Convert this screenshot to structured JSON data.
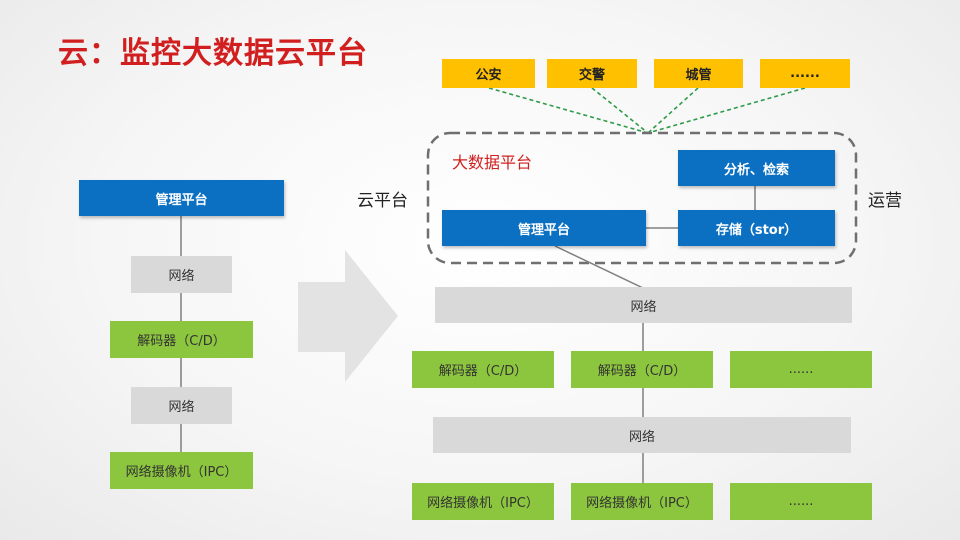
{
  "title": "云：监控大数据云平台",
  "left_stack": {
    "management": "管理平台",
    "network_1": "网络",
    "decoder": "解码器（C/D）",
    "network_2": "网络",
    "camera": "网络摄像机（IPC）"
  },
  "consumers": [
    "公安",
    "交警",
    "城管",
    "......"
  ],
  "cloud": {
    "region_title": "大数据平台",
    "left_label": "云平台",
    "right_label": "运营",
    "analysis": "分析、检索",
    "storage": "存储（stor）",
    "management": "管理平台"
  },
  "right_stack": {
    "network_top": "网络",
    "decoders": [
      "解码器（C/D）",
      "解码器（C/D）",
      "......"
    ],
    "network_mid": "网络",
    "cameras": [
      "网络摄像机（IPC）",
      "网络摄像机（IPC）",
      "......"
    ]
  },
  "colors": {
    "title": "#d11f1f",
    "blue": "#0b70c2",
    "green": "#8cc63e",
    "gray": "#d9d9d9",
    "yellow": "#ffc000",
    "dashed_green": "#2e9b48"
  }
}
